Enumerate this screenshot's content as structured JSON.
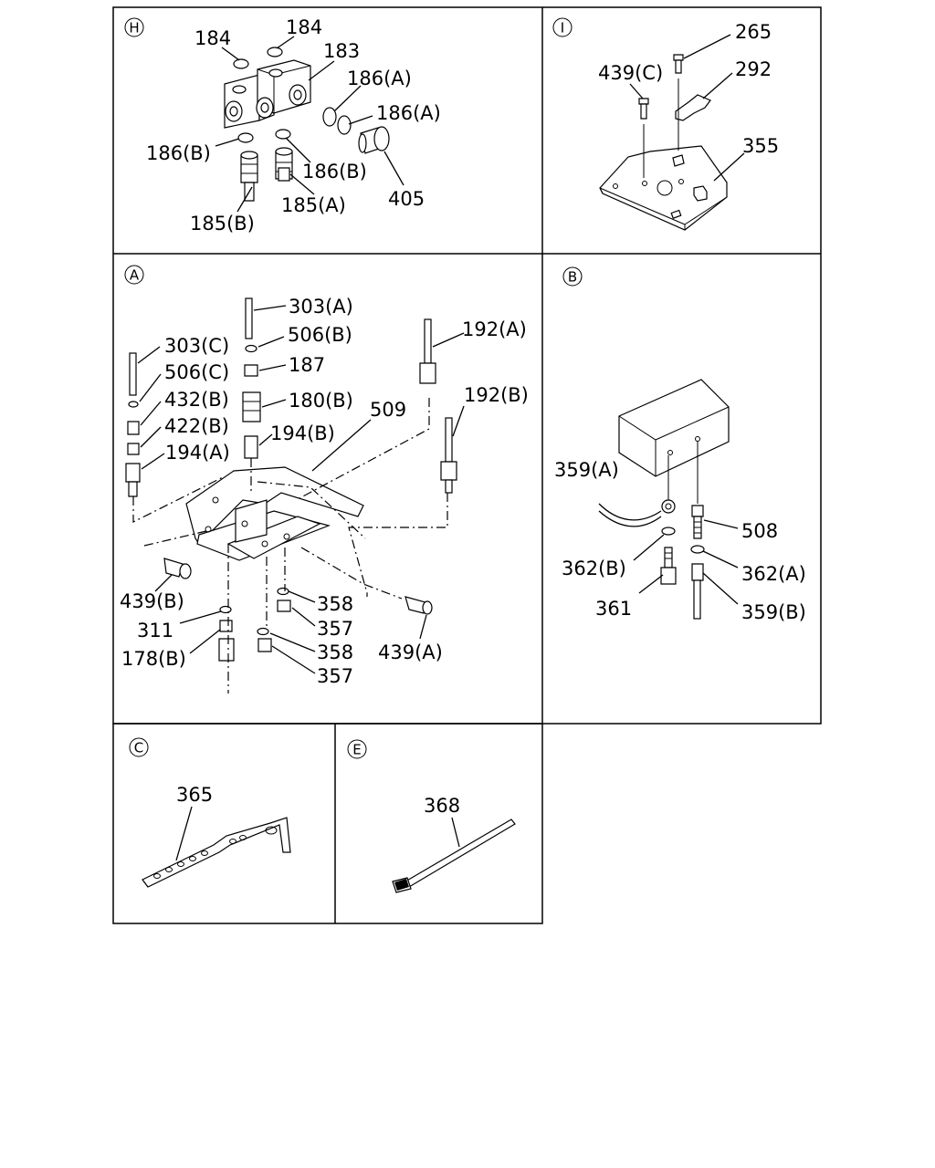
{
  "panels": {
    "H": {
      "marker": "H",
      "labels": [
        "184",
        "184",
        "183",
        "186(A)",
        "186(A)",
        "186(B)",
        "186(B)",
        "185(A)",
        "185(B)",
        "405"
      ]
    },
    "I": {
      "marker": "I",
      "labels": [
        "265",
        "292",
        "439(C)",
        "355"
      ]
    },
    "A": {
      "marker": "A",
      "labels": [
        "303(A)",
        "506(B)",
        "187",
        "180(B)",
        "194(B)",
        "303(C)",
        "506(C)",
        "432(B)",
        "422(B)",
        "194(A)",
        "509",
        "192(A)",
        "192(B)",
        "439(B)",
        "311",
        "178(B)",
        "358",
        "357",
        "358",
        "357",
        "439(A)"
      ]
    },
    "B": {
      "marker": "B",
      "labels": [
        "359(A)",
        "508",
        "362(B)",
        "362(A)",
        "361",
        "359(B)"
      ]
    },
    "C": {
      "marker": "C",
      "labels": [
        "365"
      ]
    },
    "E": {
      "marker": "E",
      "labels": [
        "368"
      ]
    }
  }
}
